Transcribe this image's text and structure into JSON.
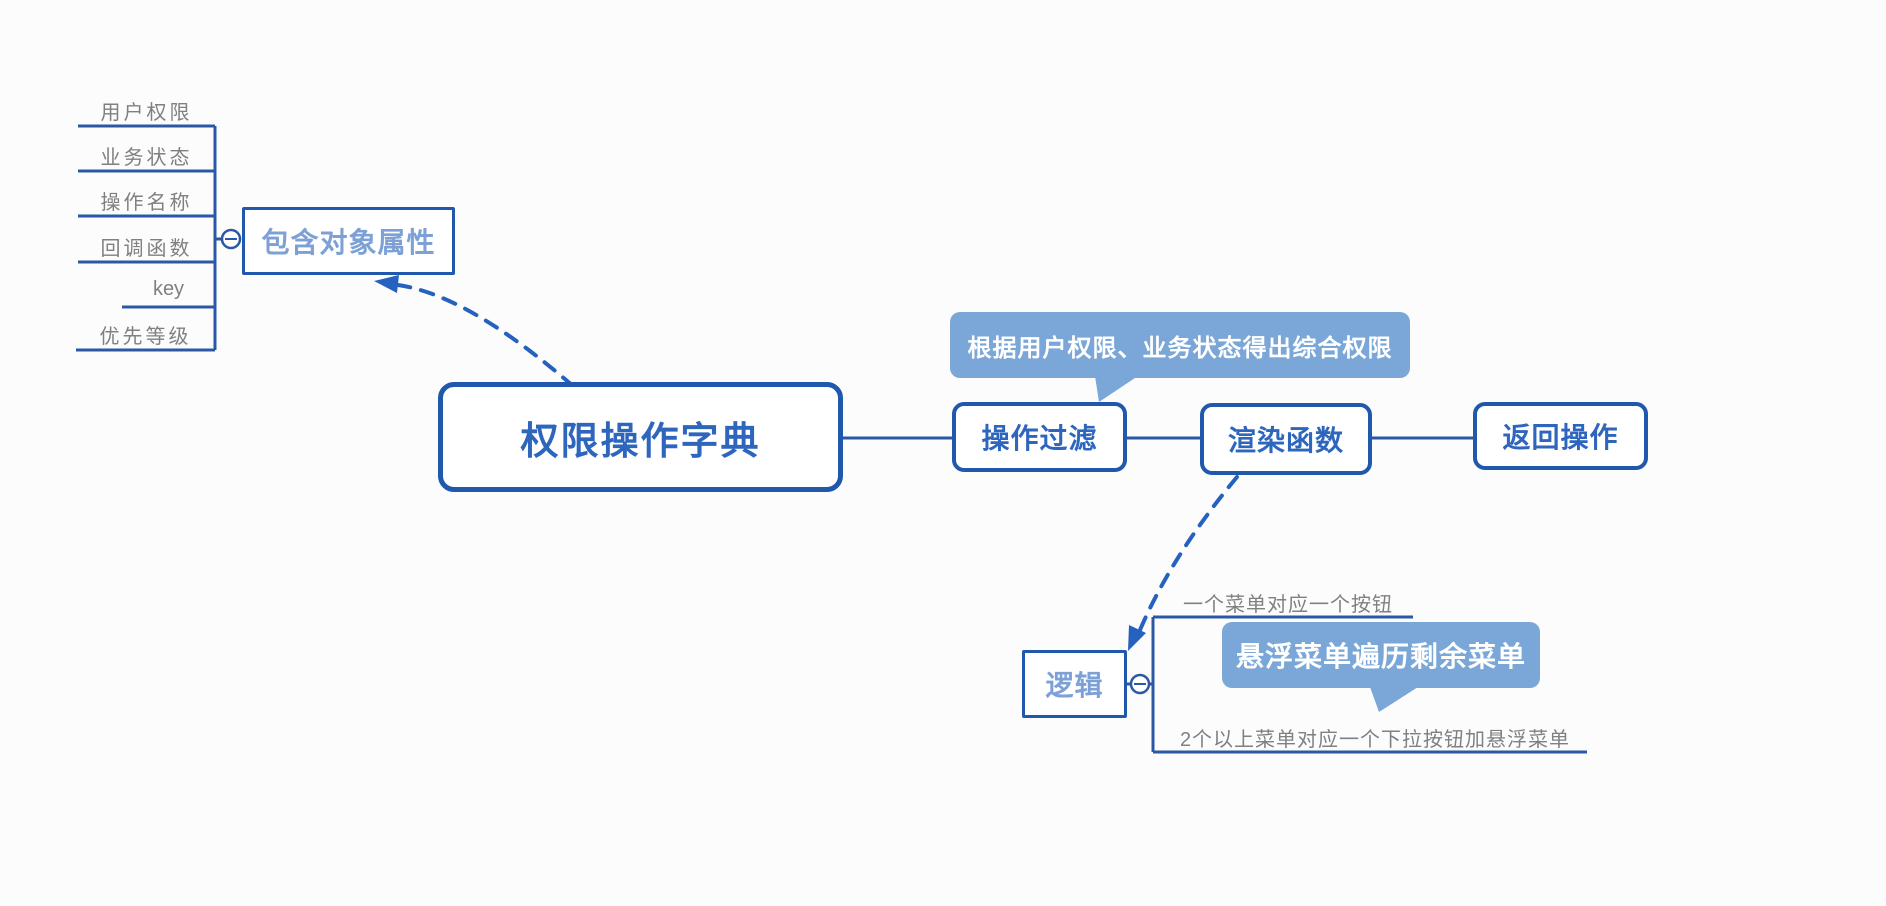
{
  "colors": {
    "background": "#fcfcfc",
    "node_border_blue": "#2058ab",
    "node_text_blue": "#2e66be",
    "secondary_text_blue": "#7da0d6",
    "callout_background": "#7aa7d8",
    "callout_text": "#ffffff",
    "connector_blue": "#2a58a6",
    "dashed_arrow_blue": "#2561be",
    "muted_gray_text": "#808083"
  },
  "icons": {
    "collapse_toggle": "minus-icon"
  },
  "root_node": {
    "label": "权限操作字典"
  },
  "attribute_group": {
    "summary_node": {
      "label": "包含对象属性"
    },
    "items": [
      "用户权限",
      "业务状态",
      "操作名称",
      "回调函数",
      "key",
      "优先等级"
    ]
  },
  "flow": {
    "nodes": [
      "操作过滤",
      "渲染函数",
      "返回操作"
    ],
    "callout": {
      "label": "根据用户权限、业务状态得出综合权限"
    }
  },
  "logic_group": {
    "node": {
      "label": "逻辑"
    },
    "branches": [
      "一个菜单对应一个按钮",
      "2个以上菜单对应一个下拉按钮加悬浮菜单"
    ],
    "callout": {
      "label": "悬浮菜单遍历剩余菜单"
    }
  }
}
